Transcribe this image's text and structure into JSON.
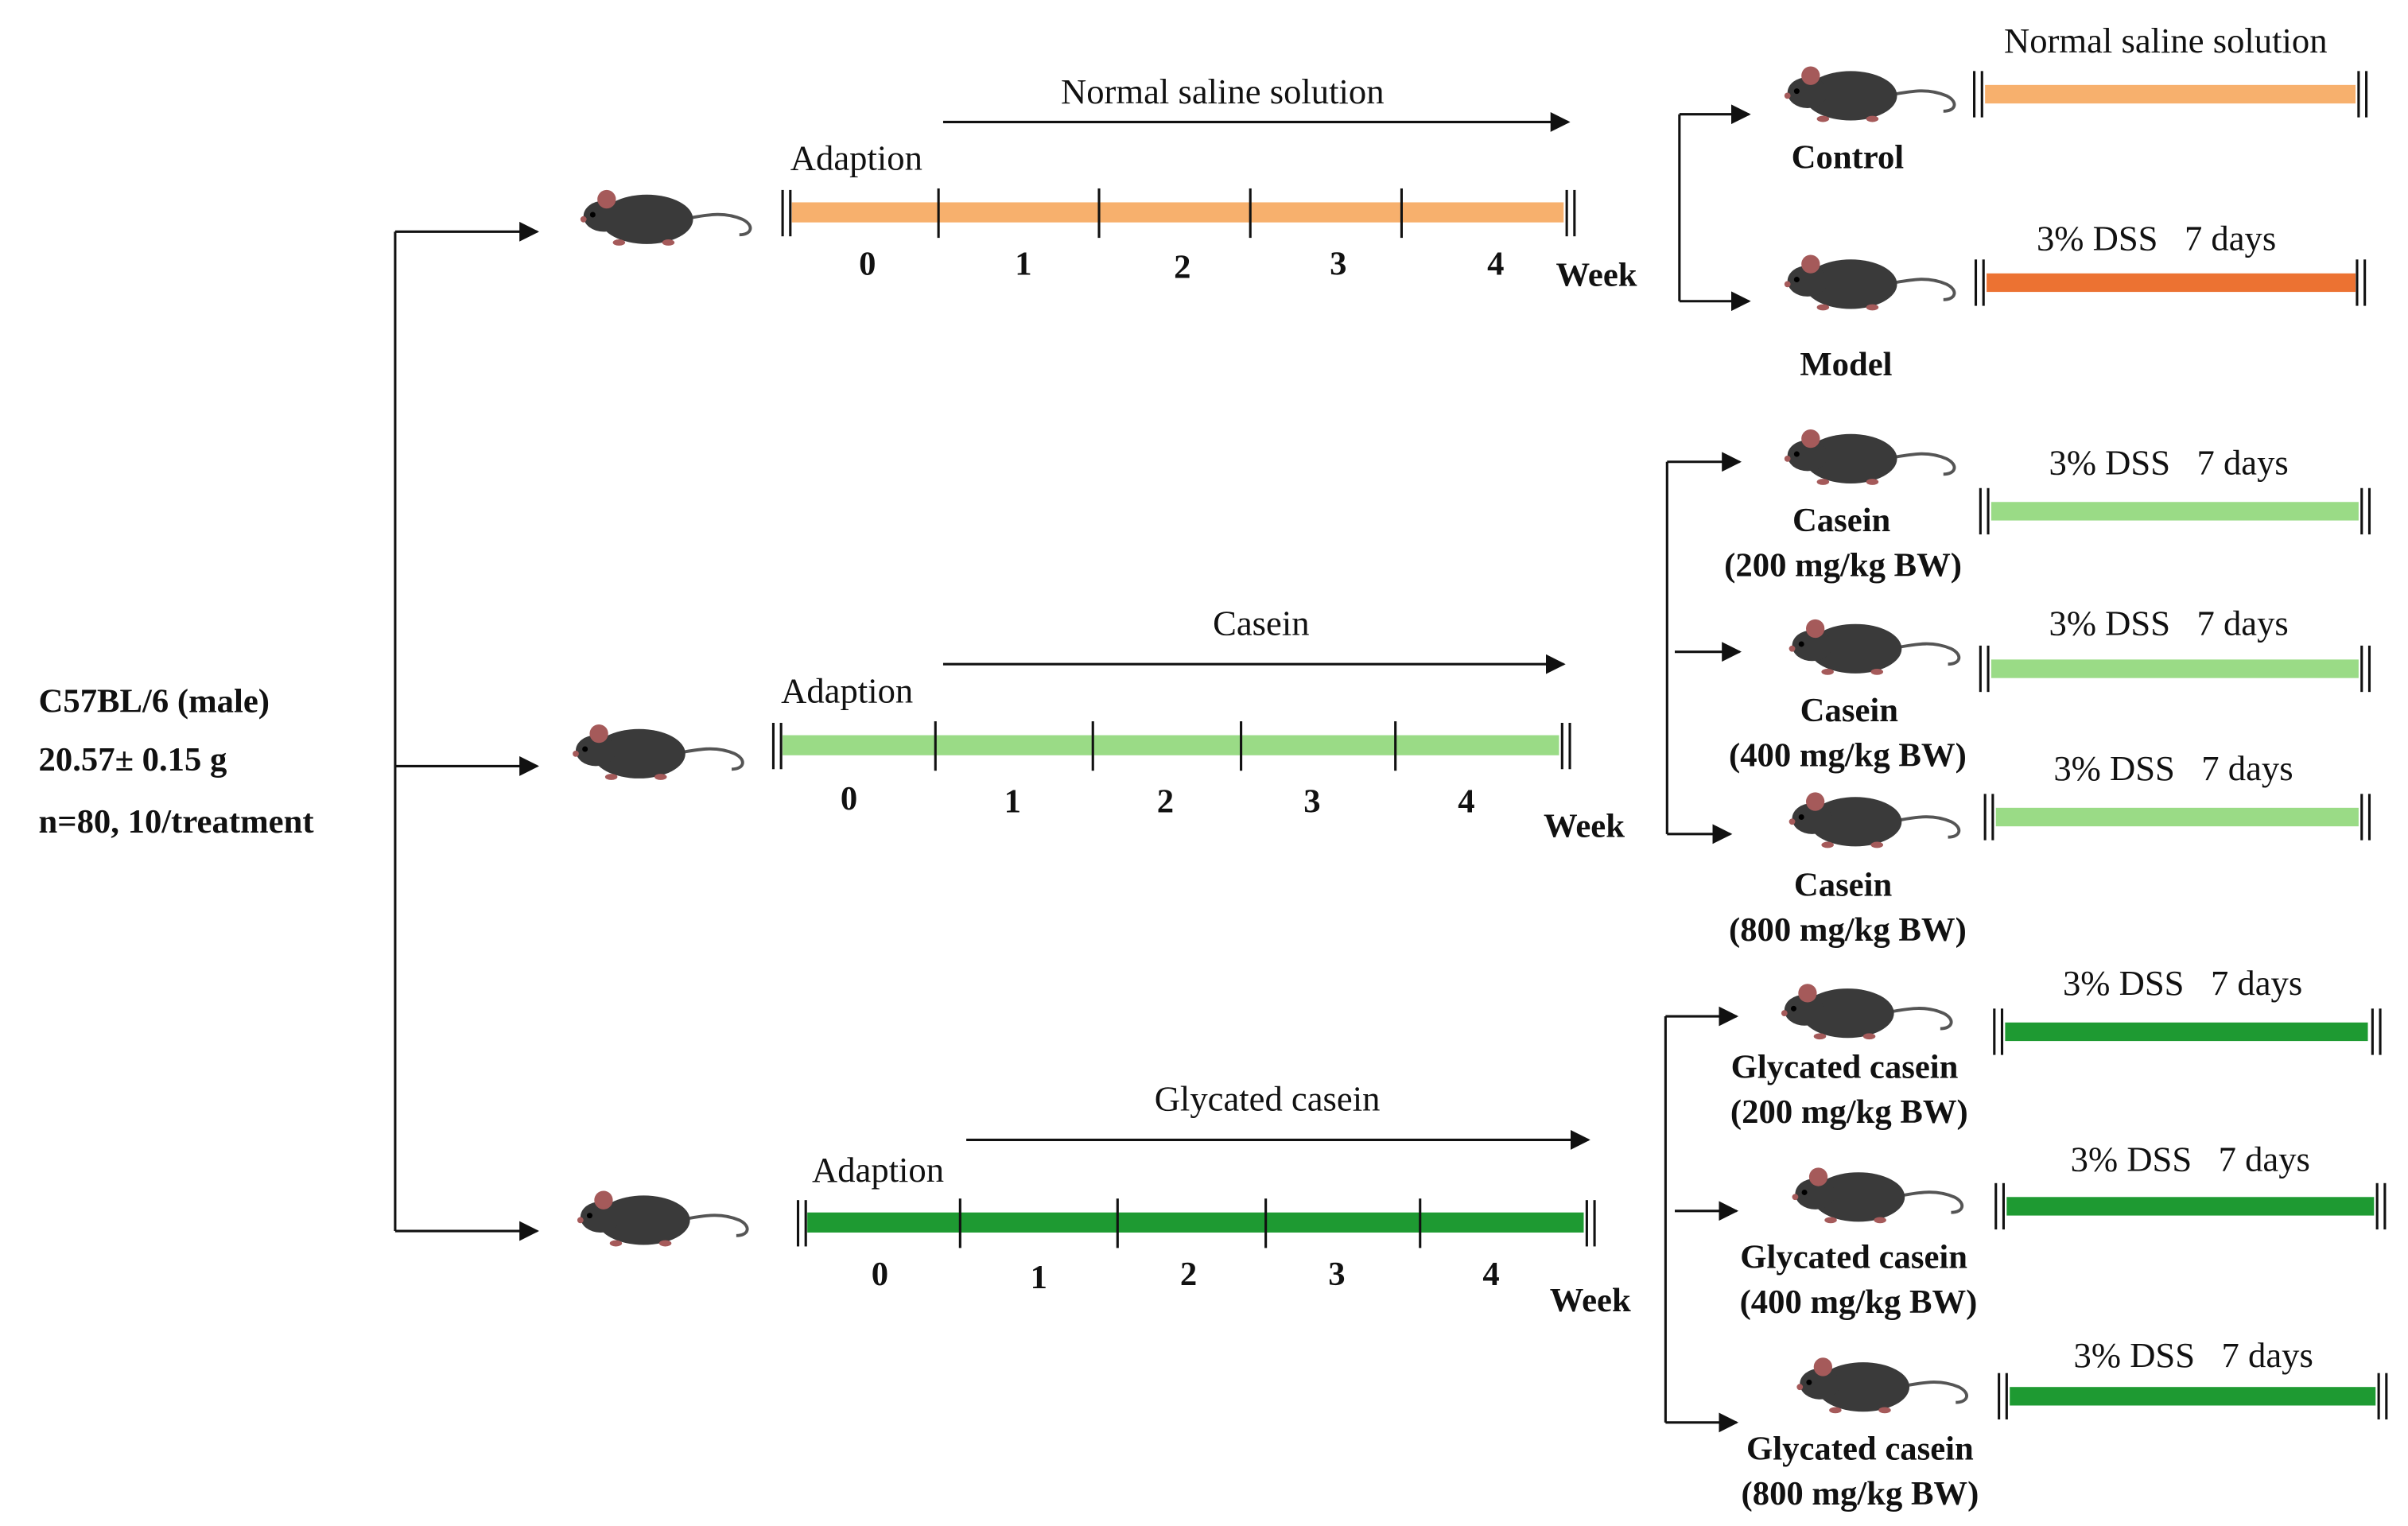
{
  "colors": {
    "saline": "#f7b06d",
    "model": "#ec7232",
    "casein": "#9adb86",
    "glycated": "#1e9a32",
    "mouse_body": "#3a3a3a",
    "mouse_ear": "#a55a5a",
    "text": "#111111"
  },
  "subjects": {
    "line1": "C57BL/6 (male)",
    "line2": "20.57± 0.15 g",
    "line3": "n=80, 10/treatment"
  },
  "phases": [
    {
      "treatment": "Normal saline solution",
      "adaption": "Adaption",
      "weeks": [
        "0",
        "1",
        "2",
        "3",
        "4"
      ],
      "week_label": "Week",
      "color_key": "saline"
    },
    {
      "treatment": "Casein",
      "adaption": "Adaption",
      "weeks": [
        "0",
        "1",
        "2",
        "3",
        "4"
      ],
      "week_label": "Week",
      "color_key": "casein"
    },
    {
      "treatment": "Glycated casein",
      "adaption": "Adaption",
      "weeks": [
        "0",
        "1",
        "2",
        "3",
        "4"
      ],
      "week_label": "Week",
      "color_key": "glycated"
    }
  ],
  "groups": [
    {
      "name": "Control",
      "dose": "",
      "treatment": "Normal saline solution",
      "color_key": "saline"
    },
    {
      "name": "Model",
      "dose": "",
      "treatment": "3% DSS   7 days",
      "color_key": "model"
    },
    {
      "name": "Casein",
      "dose": "(200 mg/kg BW)",
      "treatment": "3% DSS   7 days",
      "color_key": "casein"
    },
    {
      "name": "Casein",
      "dose": "(400 mg/kg BW)",
      "treatment": "3% DSS   7 days",
      "color_key": "casein"
    },
    {
      "name": "Casein",
      "dose": "(800 mg/kg BW)",
      "treatment": "3% DSS   7 days",
      "color_key": "casein"
    },
    {
      "name": "Glycated casein",
      "dose": "(200 mg/kg BW)",
      "treatment": "3% DSS   7 days",
      "color_key": "glycated"
    },
    {
      "name": "Glycated casein",
      "dose": "(400 mg/kg BW)",
      "treatment": "3% DSS   7 days",
      "color_key": "glycated"
    },
    {
      "name": "Glycated casein",
      "dose": "(800 mg/kg BW)",
      "treatment": "3% DSS   7 days",
      "color_key": "glycated"
    }
  ]
}
